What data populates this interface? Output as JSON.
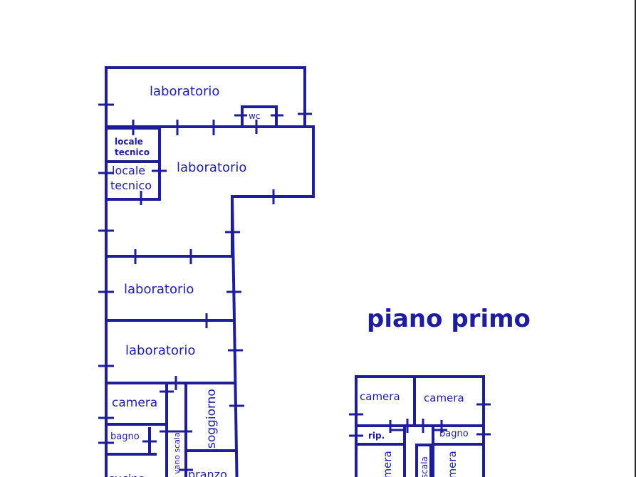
{
  "title": "piano primo",
  "ground_floor_labels": {
    "lab_top": "laboratorio",
    "wc": "wc",
    "locale1_l1": "locale",
    "locale1_l2": "tecnico",
    "locale2_l1": "locale",
    "locale2_l2": "tecnico",
    "lab_mid": "laboratorio",
    "lab_3": "laboratorio",
    "lab_4": "laboratorio",
    "camera": "camera",
    "soggiorno": "soggiorno",
    "bagno": "bagno",
    "vano_scala": "vano scala",
    "cucina": "cucina",
    "pranzo": "pranzo"
  },
  "first_floor_labels": {
    "camera_left": "camera",
    "camera_right": "camera",
    "rip": "rip.",
    "bagno": "bagno",
    "camera_low_left": "camera",
    "scala": "scala",
    "camera_low_right": "camera"
  },
  "colors": {
    "ink": "#1e1e9a",
    "background": "#ffffff"
  }
}
